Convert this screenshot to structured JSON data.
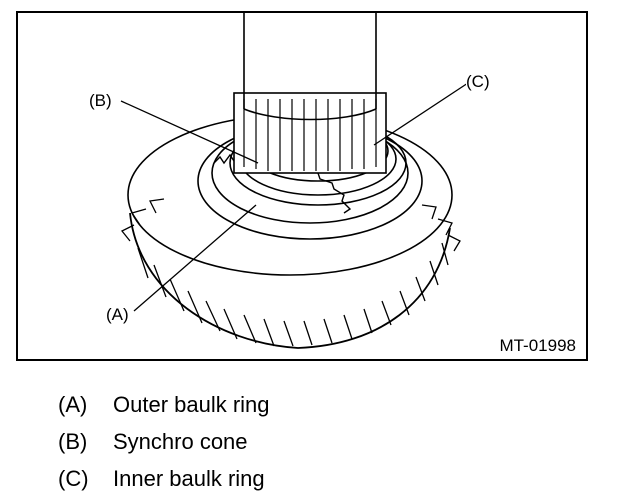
{
  "figure": {
    "id_label": "MT-01998",
    "callouts": [
      {
        "key": "A",
        "text": "(A)"
      },
      {
        "key": "B",
        "text": "(B)"
      },
      {
        "key": "C",
        "text": "(C)"
      }
    ]
  },
  "legend": [
    {
      "key": "(A)",
      "label": "Outer baulk ring"
    },
    {
      "key": "(B)",
      "label": "Synchro cone"
    },
    {
      "key": "(C)",
      "label": "Inner baulk ring"
    }
  ]
}
